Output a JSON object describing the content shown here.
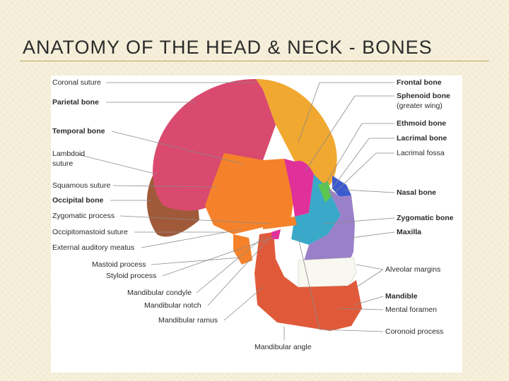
{
  "slide": {
    "title": "ANATOMY OF THE HEAD & NECK - BONES"
  },
  "colors": {
    "parietal": "#d94a6e",
    "frontal": "#f0a830",
    "temporal": "#f5822a",
    "occipital": "#a05a3a",
    "sphenoid": "#e0309a",
    "zygomatic": "#3aa8c8",
    "maxilla": "#9a80c8",
    "mandible": "#e05a3a",
    "nasal": "#3a5ad0",
    "lacrimal": "#5ac850"
  },
  "labels": {
    "coronal_suture": "Coronal suture",
    "parietal_bone": "Parietal bone",
    "temporal_bone": "Temporal bone",
    "lambdoid_1": "Lambdoid",
    "lambdoid_2": "suture",
    "squamous_suture": "Squamous suture",
    "occipital_bone": "Occipital bone",
    "zygomatic_process": "Zygomatic process",
    "occipitomastoid_suture": "Occipitomastoid suture",
    "external_auditory_meatus": "External auditory meatus",
    "mastoid_process": "Mastoid process",
    "styloid_process": "Styloid process",
    "mandibular_condyle": "Mandibular condyle",
    "mandibular_notch": "Mandibular notch",
    "mandibular_ramus": "Mandibular ramus",
    "mandibular_angle": "Mandibular angle",
    "frontal_bone": "Frontal bone",
    "sphenoid_bone": "Sphenoid bone",
    "sphenoid_sub": "(greater wing)",
    "ethmoid_bone": "Ethmoid bone",
    "lacrimal_bone": "Lacrimal bone",
    "lacrimal_fossa": "Lacrimal fossa",
    "nasal_bone": "Nasal bone",
    "zygomatic_bone": "Zygomatic bone",
    "maxilla": "Maxilla",
    "alveolar_margins": "Alveolar margins",
    "mandible": "Mandible",
    "mental_foramen": "Mental foramen",
    "coronoid_process": "Coronoid process"
  }
}
